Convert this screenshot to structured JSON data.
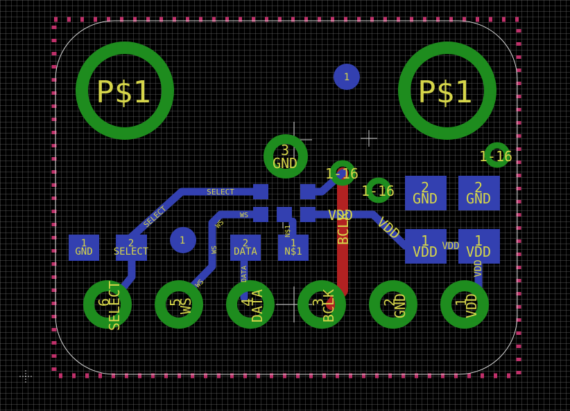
{
  "colors": {
    "background": "#000000",
    "grid": "#3c3c3c",
    "top_copper": "#3340b0",
    "bottom_copper": "#b22222",
    "pad_ring": "#1e8c1e",
    "text": "#d6d64a",
    "dimension": "#b03060",
    "outline": "#d0d0d0"
  },
  "mount_holes": {
    "left_label": "P$1",
    "right_label": "P$1"
  },
  "fiducial_labels": {
    "top": "1",
    "left": "1"
  },
  "vias": {
    "gnd_pin_number": "3",
    "gnd_label": "GND",
    "label_a": "1-16",
    "label_b": "1-16",
    "label_c": "1-16"
  },
  "smd_pads": {
    "gnd": {
      "number": "1",
      "label": "GND"
    },
    "select": {
      "number": "2",
      "label": "SELECT"
    },
    "data": {
      "number": "2",
      "label": "DATA"
    },
    "ns1": {
      "number": "1",
      "label": "N$1"
    },
    "gnd_right_a": {
      "number": "2",
      "label": "GND"
    },
    "gnd_right_b": {
      "number": "2",
      "label": "GND"
    },
    "vdd_right_a": {
      "number": "1",
      "label": "VDD"
    },
    "vdd_right_b": {
      "number": "1",
      "label": "VDD"
    }
  },
  "traces": {
    "select": "SELECT",
    "select_diag": "SELECT",
    "ws_top": "WS",
    "ws_a": "WS",
    "ws_b": "WS",
    "ws_c": "WS",
    "vdd_top": "VDD",
    "vdd_diag": "VDD",
    "vdd_mid": "VDD",
    "vdd_vert": "VDD",
    "data_vert": "DATA",
    "ns1_vert": "N$1",
    "bclk_vert": "BCLK"
  },
  "header_pins": [
    {
      "number": "6",
      "label": "SELECT"
    },
    {
      "number": "5",
      "label": "WS"
    },
    {
      "number": "4",
      "label": "DATA"
    },
    {
      "number": "3",
      "label": "BCLK"
    },
    {
      "number": "2",
      "label": "GND"
    },
    {
      "number": "1",
      "label": "VDD"
    }
  ]
}
